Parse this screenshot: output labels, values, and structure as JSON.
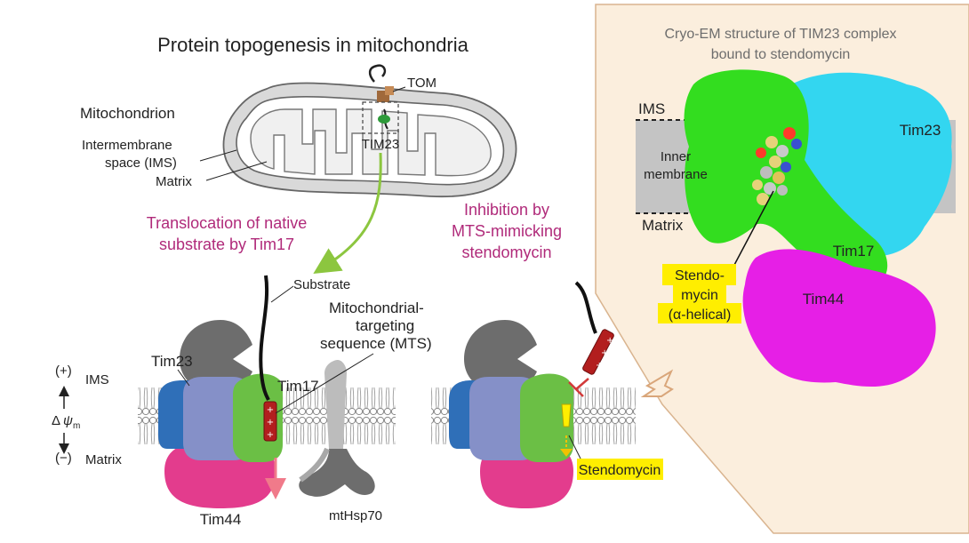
{
  "title": "Protein topogenesis in mitochondria",
  "mito": {
    "tom": "TOM",
    "mitochondrion": "Mitochondrion",
    "ims_line1": "Intermembrane",
    "ims_line2": "space (IMS)",
    "matrix": "Matrix",
    "tim23_small": "TIM23"
  },
  "left_heading": {
    "line1": "Translocation of native",
    "line2": "substrate by Tim17"
  },
  "middle_heading": {
    "line1": "Inhibition by",
    "line2": "MTS-mimicking",
    "line3": "stendomycin"
  },
  "left_diagram": {
    "substrate": "Substrate",
    "mts_line1": "Mitochondrial-",
    "mts_line2": "targeting",
    "mts_line3": "sequence (MTS)",
    "tim23": "Tim23",
    "tim17": "Tim17",
    "tim44": "Tim44",
    "mthsp70": "mtHsp70",
    "plus": "(+)",
    "minus": "(−)",
    "ims": "IMS",
    "matrix": "Matrix",
    "delta_psi": "Δ",
    "psi": "ψ",
    "psi_sub": "m"
  },
  "middle_diagram": {
    "stendomycin": "Stendomycin"
  },
  "structure_panel": {
    "title_line1": "Cryo-EM structure of TIM23 complex",
    "title_line2": "bound to stendomycin",
    "ims": "IMS",
    "inner_line1": "Inner",
    "inner_line2": "membrane",
    "matrix": "Matrix",
    "tim23": "Tim23",
    "tim17": "Tim17",
    "tim44": "Tim44",
    "stendo_line1": "Stendo-",
    "stendo_line2": "mycin",
    "stendo_line3": "(α-helical)"
  },
  "colors": {
    "tim23": "#8590c8",
    "tim17": "#6bbf45",
    "tim44": "#e33c8d",
    "heading": "#b02a7a",
    "cyan": "#33d6f0",
    "green": "#33dd1f",
    "magenta": "#e61fe6",
    "highlight": "#ffee00"
  }
}
